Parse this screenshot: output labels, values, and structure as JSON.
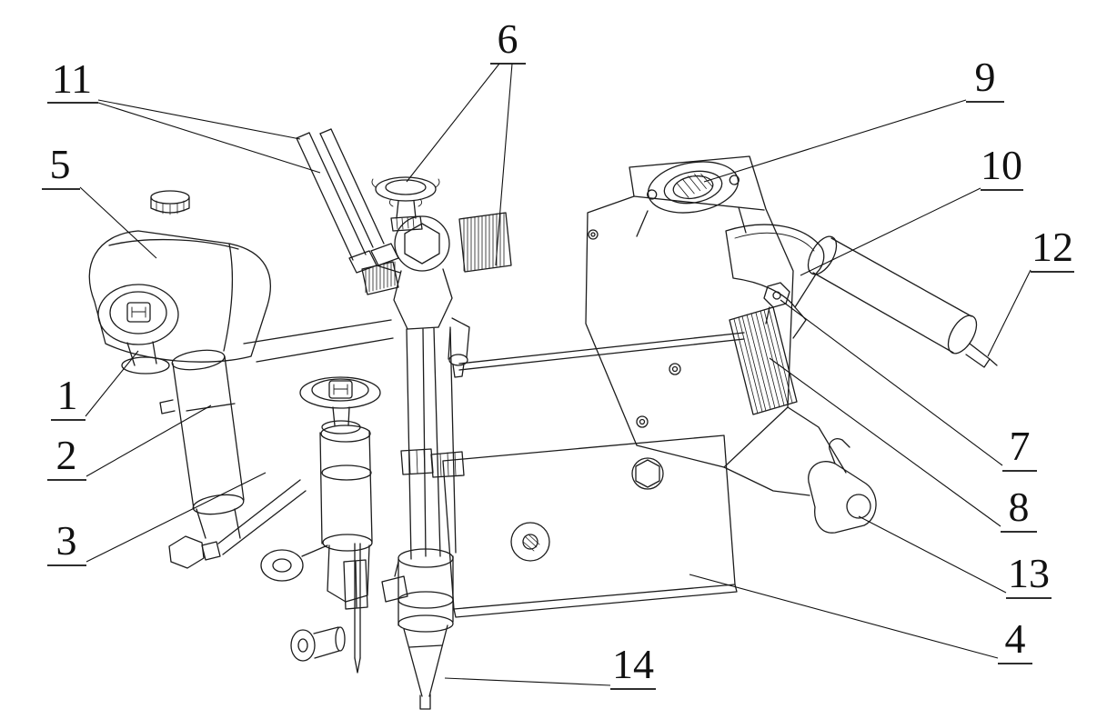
{
  "figure": {
    "ink_color": "#1c1c1c",
    "background_color": "#ffffff"
  },
  "callouts": [
    {
      "text": "11"
    },
    {
      "text": "5"
    },
    {
      "text": "1"
    },
    {
      "text": "2"
    },
    {
      "text": "3"
    },
    {
      "text": "6"
    },
    {
      "text": "9"
    },
    {
      "text": "10"
    },
    {
      "text": "12"
    },
    {
      "text": "7"
    },
    {
      "text": "8"
    },
    {
      "text": "13"
    },
    {
      "text": "4"
    },
    {
      "text": "14"
    }
  ]
}
